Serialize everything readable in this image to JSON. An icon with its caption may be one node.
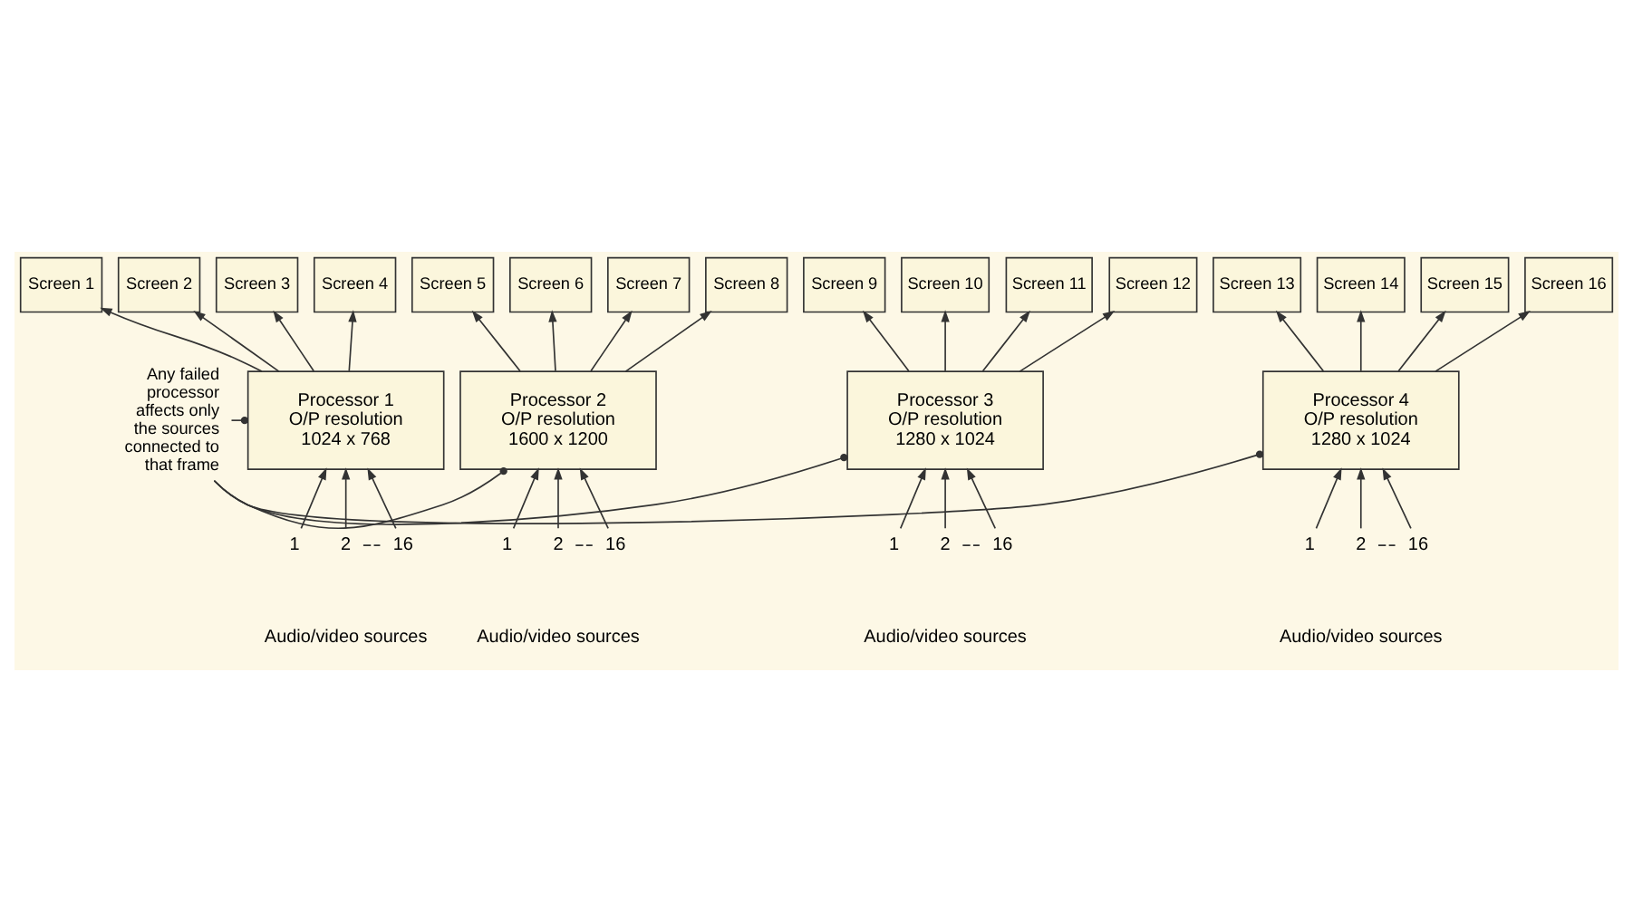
{
  "diagram": {
    "nodes": [
      {
        "text": [
          "Screen 1"
        ]
      },
      {
        "text": [
          "Screen 2"
        ]
      },
      {
        "text": [
          "Screen 3"
        ]
      },
      {
        "text": [
          "Screen 4"
        ]
      },
      {
        "text": [
          "Screen 5"
        ]
      },
      {
        "text": [
          "Screen 6"
        ]
      },
      {
        "text": [
          "Screen 7"
        ]
      },
      {
        "text": [
          "Screen 8"
        ]
      },
      {
        "text": [
          "Screen 9"
        ]
      },
      {
        "text": [
          "Screen 10"
        ]
      },
      {
        "text": [
          "Screen 11"
        ]
      },
      {
        "text": [
          "Screen 12"
        ]
      },
      {
        "text": [
          "Screen 13"
        ]
      },
      {
        "text": [
          "Screen 14"
        ]
      },
      {
        "text": [
          "Screen 15"
        ]
      },
      {
        "text": [
          "Screen 16"
        ]
      },
      {
        "text": [
          "Processor 1 O/P resolution 1024 x 768"
        ]
      },
      {
        "text": [
          "Processor 2 O/P resolution 1600 x 1200"
        ]
      },
      {
        "text": [
          "Processor 3 O/P resolution 1280 x 1024"
        ]
      },
      {
        "text": [
          "Processor 4 O/P resolution 1280 x 1024"
        ]
      },
      {
        "text": [
          "Any failed processor affects only the sources connected to that frame"
        ]
      },
      {
        "text": [
          "1"
        ]
      },
      {
        "text": [
          "2"
        ]
      },
      {
        "text": [
          "16"
        ]
      },
      {
        "text": [
          "1"
        ]
      },
      {
        "text": [
          "2"
        ]
      },
      {
        "text": [
          "16"
        ]
      },
      {
        "text": [
          "1"
        ]
      },
      {
        "text": [
          "2"
        ]
      },
      {
        "text": [
          "16"
        ]
      },
      {
        "text": [
          "1"
        ]
      },
      {
        "text": [
          "2"
        ]
      },
      {
        "text": [
          "16"
        ]
      }
    ],
    "edges": [
      {
        "from": 16,
        "to": 0,
        "arrow": "to"
      },
      {
        "from": 16,
        "to": 1,
        "arrow": "to"
      },
      {
        "from": 16,
        "to": 2,
        "arrow": "to"
      },
      {
        "from": 16,
        "to": 3,
        "arrow": "to"
      },
      {
        "from": 17,
        "to": 4,
        "arrow": "to"
      },
      {
        "from": 17,
        "to": 5,
        "arrow": "to"
      },
      {
        "from": 17,
        "to": 6,
        "arrow": "to"
      },
      {
        "from": 17,
        "to": 7,
        "arrow": "to"
      },
      {
        "from": 18,
        "to": 8,
        "arrow": "to"
      },
      {
        "from": 18,
        "to": 9,
        "arrow": "to"
      },
      {
        "from": 18,
        "to": 10,
        "arrow": "to"
      },
      {
        "from": 18,
        "to": 11,
        "arrow": "to"
      },
      {
        "from": 19,
        "to": 12,
        "arrow": "to"
      },
      {
        "from": 19,
        "to": 13,
        "arrow": "to"
      },
      {
        "from": 19,
        "to": 14,
        "arrow": "to"
      },
      {
        "from": 19,
        "to": 15,
        "arrow": "to"
      },
      {
        "from": 20,
        "to": 16,
        "arrow": "other"
      },
      {
        "from": 20,
        "to": 17,
        "arrow": "other"
      },
      {
        "from": 20,
        "to": 18,
        "arrow": "other"
      },
      {
        "from": 20,
        "to": 19,
        "arrow": "other"
      },
      {
        "from": 21,
        "to": 16,
        "arrow": "to"
      },
      {
        "from": 22,
        "to": 16,
        "arrow": "to"
      },
      {
        "from": 23,
        "to": 16,
        "arrow": "to"
      },
      {
        "from": 22,
        "to": 23,
        "arrow": "none",
        "style": "dashed"
      },
      {
        "from": 24,
        "to": 17,
        "arrow": "to"
      },
      {
        "from": 25,
        "to": 17,
        "arrow": "to"
      },
      {
        "from": 26,
        "to": 17,
        "arrow": "to"
      },
      {
        "from": 25,
        "to": 26,
        "arrow": "none",
        "style": "dashed"
      },
      {
        "from": 27,
        "to": 18,
        "arrow": "to"
      },
      {
        "from": 28,
        "to": 18,
        "arrow": "to"
      },
      {
        "from": 29,
        "to": 18,
        "arrow": "to"
      },
      {
        "from": 28,
        "to": 29,
        "arrow": "none",
        "style": "dashed"
      },
      {
        "from": 30,
        "to": 19,
        "arrow": "to"
      },
      {
        "from": 31,
        "to": 19,
        "arrow": "to"
      },
      {
        "from": 32,
        "to": 19,
        "arrow": "to"
      },
      {
        "from": 31,
        "to": 32,
        "arrow": "none",
        "style": "dashed"
      }
    ],
    "labels": [
      "Audio/video sources",
      "Audio/video sources",
      "Audio/video sources",
      "Audio/video sources"
    ]
  }
}
